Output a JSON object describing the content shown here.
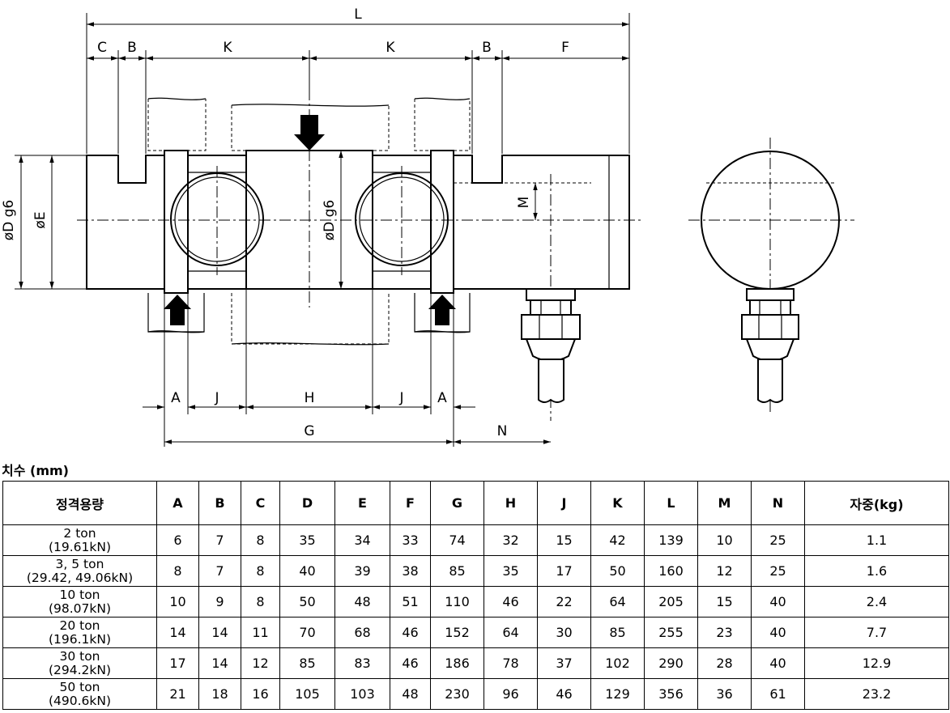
{
  "diagram": {
    "top_labels": {
      "L": "L",
      "C": "C",
      "B1": "B",
      "K1": "K",
      "K2": "K",
      "B2": "B",
      "F": "F"
    },
    "side_labels": {
      "D_left": "øD  g6",
      "E": "øE",
      "D_center": "øD  g6",
      "M": "M"
    },
    "bottom_labels": {
      "A1": "A",
      "J1": "J",
      "H": "H",
      "J2": "J",
      "A2": "A",
      "G": "G",
      "N": "N"
    }
  },
  "table": {
    "caption": "치수 (mm)",
    "headers": [
      "정격용량",
      "A",
      "B",
      "C",
      "D",
      "E",
      "F",
      "G",
      "H",
      "J",
      "K",
      "L",
      "M",
      "N",
      "자중(kg)"
    ],
    "rows": [
      {
        "capacity": [
          "2 ton",
          "(19.61kN)"
        ],
        "values": [
          "6",
          "7",
          "8",
          "35",
          "34",
          "33",
          "74",
          "32",
          "15",
          "42",
          "139",
          "10",
          "25",
          "1.1"
        ]
      },
      {
        "capacity": [
          "3, 5 ton",
          "(29.42, 49.06kN)"
        ],
        "values": [
          "8",
          "7",
          "8",
          "40",
          "39",
          "38",
          "85",
          "35",
          "17",
          "50",
          "160",
          "12",
          "25",
          "1.6"
        ]
      },
      {
        "capacity": [
          "10 ton",
          "(98.07kN)"
        ],
        "values": [
          "10",
          "9",
          "8",
          "50",
          "48",
          "51",
          "110",
          "46",
          "22",
          "64",
          "205",
          "15",
          "40",
          "2.4"
        ]
      },
      {
        "capacity": [
          "20 ton",
          "(196.1kN)"
        ],
        "values": [
          "14",
          "14",
          "11",
          "70",
          "68",
          "46",
          "152",
          "64",
          "30",
          "85",
          "255",
          "23",
          "40",
          "7.7"
        ]
      },
      {
        "capacity": [
          "30 ton",
          "(294.2kN)"
        ],
        "values": [
          "17",
          "14",
          "12",
          "85",
          "83",
          "46",
          "186",
          "78",
          "37",
          "102",
          "290",
          "28",
          "40",
          "12.9"
        ]
      },
      {
        "capacity": [
          "50 ton",
          "(490.6kN)"
        ],
        "values": [
          "21",
          "18",
          "16",
          "105",
          "103",
          "48",
          "230",
          "96",
          "46",
          "129",
          "356",
          "36",
          "61",
          "23.2"
        ]
      }
    ]
  }
}
